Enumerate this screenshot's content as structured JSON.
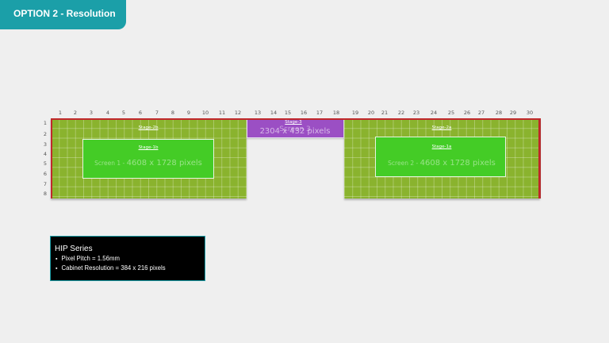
{
  "header": {
    "title": "OPTION 2 - Resolution"
  },
  "grid": {
    "columns": [
      "1",
      "2",
      "3",
      "4",
      "5",
      "6",
      "7",
      "8",
      "9",
      "10",
      "11",
      "12",
      "13",
      "14",
      "15",
      "16",
      "17",
      "18",
      "19",
      "20",
      "21",
      "22",
      "23",
      "24",
      "25",
      "26",
      "27",
      "28",
      "29",
      "30"
    ],
    "rows": [
      "1",
      "2",
      "3",
      "4",
      "5",
      "6",
      "7",
      "8"
    ]
  },
  "stages": {
    "stage_2b": "Stage-2b",
    "stage_1b": "Stage-1b",
    "stage_3": "Stage-3",
    "stage_2a": "Stage-2a",
    "stage_1a": "Stage-1a"
  },
  "screens": {
    "screen_1": {
      "name": "Screen 1",
      "resolution": "4608 x 1728 pixels"
    },
    "screen_2": {
      "name": "Screen 2",
      "resolution": "4608 x 1728 pixels"
    },
    "screen_3": {
      "name": "Screen 3",
      "resolution": "2304 x 432 pixels"
    }
  },
  "info": {
    "title": "HIP Series",
    "items": [
      "Pixel Pitch = 1.56mm",
      "Cabinet Resolution = 384 x 216 pixels"
    ]
  },
  "colors": {
    "accent": "#1b9fa8",
    "stage_fill": "#8ab32e",
    "screen_fill": "#44cc26",
    "center_screen_fill": "#9b4fc4",
    "border_red": "#c0282c"
  }
}
